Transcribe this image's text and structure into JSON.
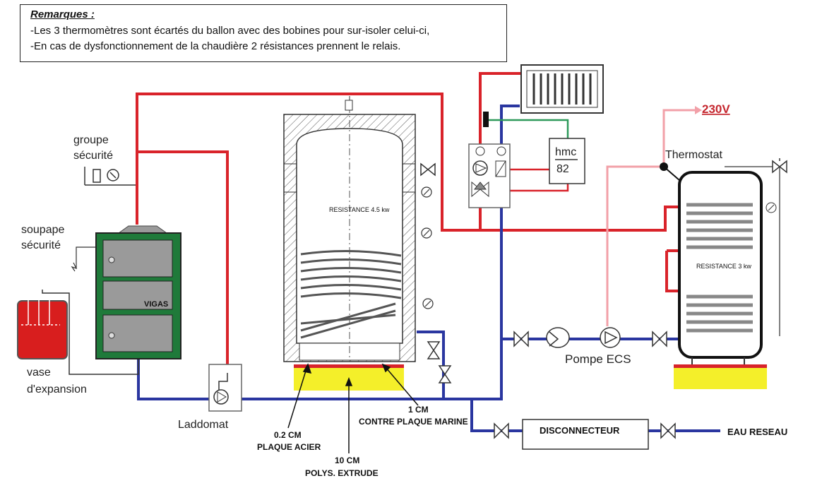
{
  "remarks": {
    "title": "Remarques  :",
    "lines": [
      "-Les 3 thermomètres  sont écartés du ballon avec des bobines pour sur-isoler celui-ci,",
      "-En cas de dysfonctionnement  de la chaudière  2 résistances prennent  le relais."
    ]
  },
  "labels": {
    "groupe_securite": [
      "groupe",
      "sécurité"
    ],
    "soupape_securite": [
      "soupape",
      "sécurité"
    ],
    "vase_expansion": [
      "vase",
      "d'expansion"
    ],
    "vigas": "VIGAS",
    "laddomat": "Laddomat",
    "resistance_left": "RESISTANCE 4.5 kw",
    "resistance_right": "RESISTANCE 3 kw",
    "hmc": [
      "hmc",
      "82"
    ],
    "voltage": "230V",
    "thermostat": "Thermostat",
    "pompe_ecs": "Pompe ECS",
    "disconnecteur": "DISCONNECTEUR",
    "eau_reseau": "EAU RESEAU",
    "plate_1cm": [
      "1 CM",
      "CONTRE PLAQUE MARINE"
    ],
    "plate_02cm": [
      "0.2 CM",
      "PLAQUE ACIER"
    ],
    "plate_10cm": [
      "10 CM",
      "POLYS. EXTRUDE"
    ]
  },
  "colors": {
    "hot_pipe": "#d9232a",
    "cold_pipe": "#2a36a0",
    "control_line": "#2e9a5a",
    "power_line": "#f2a0a8",
    "boiler_frame": "#1f7a3a",
    "boiler_panel": "#9a9a9a",
    "vase_fill": "#d81e1e",
    "insulation_yellow": "#f4ef2a",
    "steel_plate": "#d8232a"
  }
}
